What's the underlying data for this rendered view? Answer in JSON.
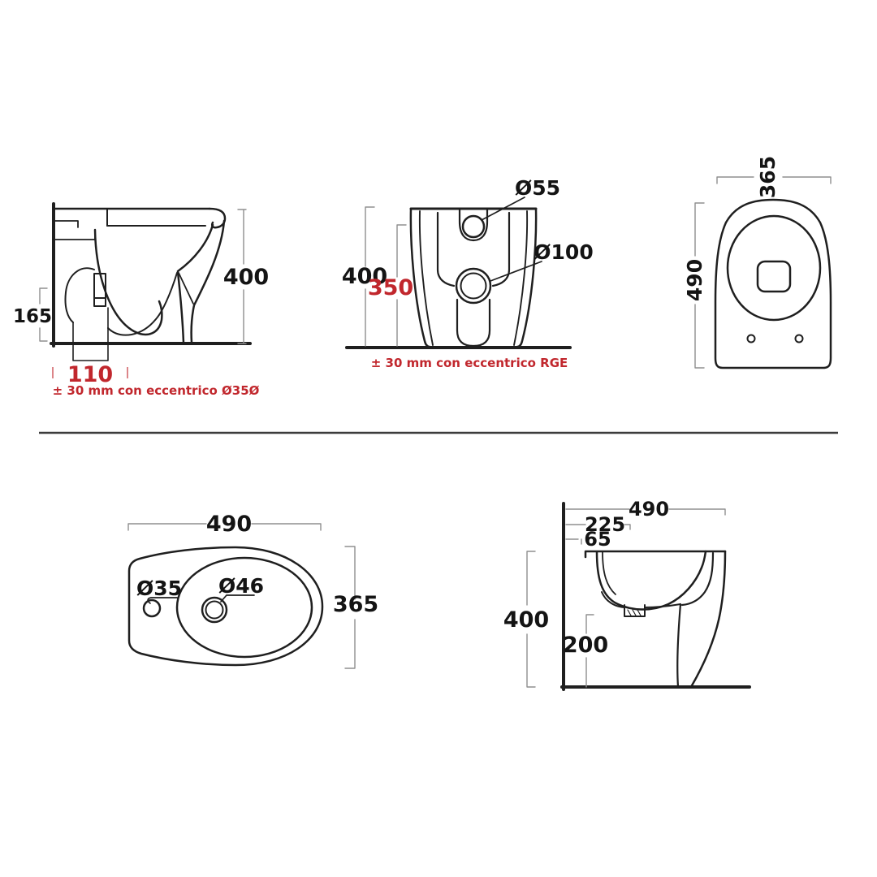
{
  "colors": {
    "background": "#ffffff",
    "line": "#1f1f1f",
    "dim_line": "#8f8f8f",
    "text": "#141414",
    "accent_red": "#c1272d"
  },
  "views": {
    "wc_side": {
      "dim_height": "400",
      "dim_drain_axis_height": "165",
      "dim_drain_offset": "110",
      "note": "± 30 mm con eccentrico Ø35Ø"
    },
    "wc_rear": {
      "dim_height": "400",
      "dim_inlet_height": "350",
      "dim_inlet_hole": "Ø55",
      "dim_outlet_hole": "Ø100",
      "note": "± 30 mm con eccentrico RGE"
    },
    "wc_top": {
      "dim_width": "365",
      "dim_depth": "490"
    },
    "bidet_top": {
      "dim_width": "490",
      "dim_depth": "365",
      "dim_tap_hole": "Ø35",
      "dim_drain_hole": "Ø46"
    },
    "bidet_side": {
      "dim_depth": "490",
      "dim_tap_axis": "225",
      "dim_rim_gap": "65",
      "dim_height": "400",
      "dim_drain_height": "200"
    }
  }
}
